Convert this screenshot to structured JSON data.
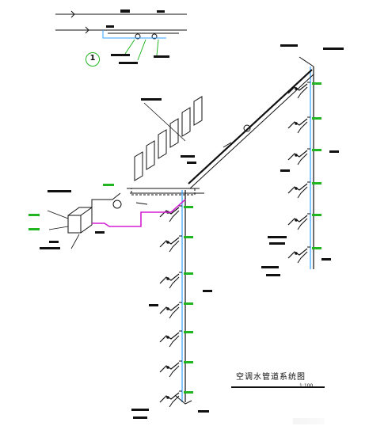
{
  "diagram": {
    "title": "空调水管道系统图",
    "scale": "1:100",
    "callout_number": "1"
  },
  "colors": {
    "supply": "#33a0ff",
    "return": "#111111",
    "hot": "#d21fd2",
    "green": "#21b521"
  }
}
